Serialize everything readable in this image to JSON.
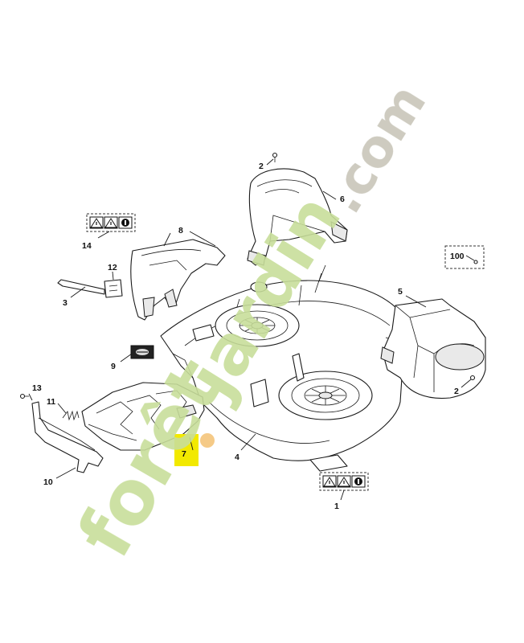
{
  "diagram": {
    "callouts": [
      {
        "id": "c1",
        "label": "1"
      },
      {
        "id": "c2a",
        "label": "2"
      },
      {
        "id": "c2b",
        "label": "2"
      },
      {
        "id": "c3",
        "label": "3"
      },
      {
        "id": "c4",
        "label": "4"
      },
      {
        "id": "c5",
        "label": "5"
      },
      {
        "id": "c6",
        "label": "6"
      },
      {
        "id": "c7",
        "label": "7"
      },
      {
        "id": "c8",
        "label": "8"
      },
      {
        "id": "c9",
        "label": "9"
      },
      {
        "id": "c10",
        "label": "10"
      },
      {
        "id": "c11",
        "label": "11"
      },
      {
        "id": "c12",
        "label": "12"
      },
      {
        "id": "c13",
        "label": "13"
      },
      {
        "id": "c14",
        "label": "14"
      },
      {
        "id": "c100",
        "label": "100"
      }
    ],
    "warning_icons": [
      "warning-triangle-icon",
      "warning-triangle-icon",
      "read-manual-icon"
    ]
  },
  "watermark": {
    "text_gray": ".com",
    "text_green_1": "forêt",
    "text_green_2": "jardin",
    "color_green": "#c8de9a",
    "color_gray": "#c9c6b9",
    "color_orange": "#f4c47a"
  },
  "highlight": {
    "color": "#f2e900"
  }
}
